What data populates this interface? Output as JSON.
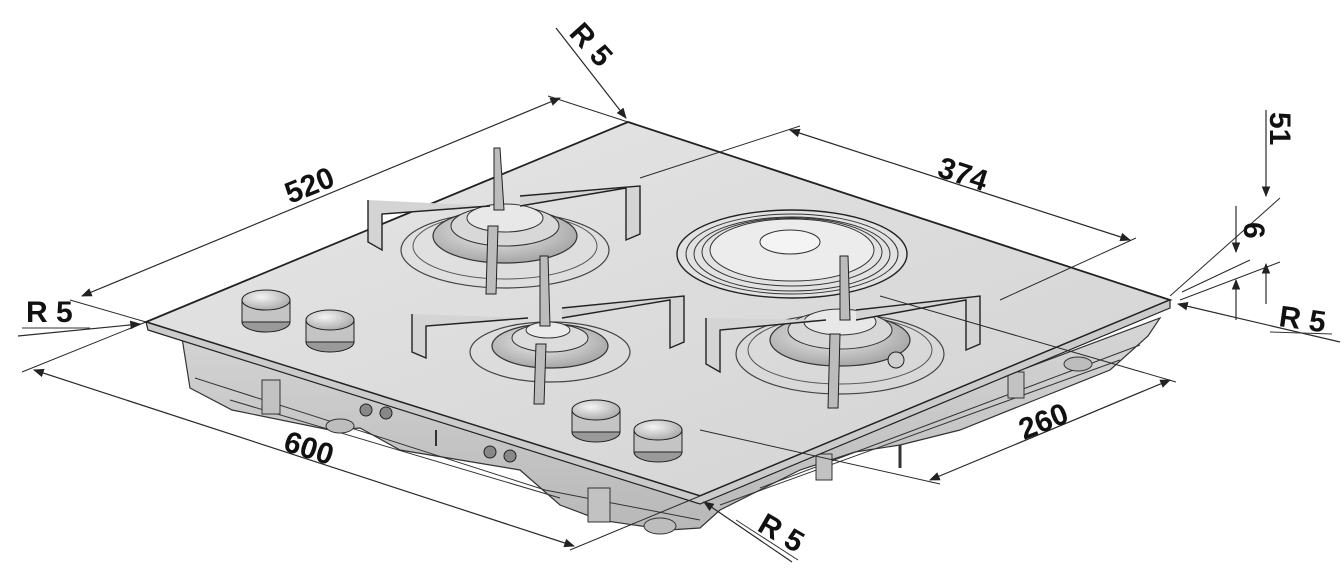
{
  "colors": {
    "glass_top": "#dedede",
    "body_side": "#cfcfcf",
    "body_dark": "#bdbdbd",
    "metal": "#c8c8c8",
    "metal_dark": "#8e8e8e",
    "ink": "#111111",
    "background": "#ffffff"
  },
  "dimensions": {
    "width_600": "600",
    "depth_520": "520",
    "distance_374": "374",
    "distance_260": "260",
    "height_51": "51",
    "thickness_6": "6",
    "radius_top": "R 5",
    "radius_left": "R 5",
    "radius_right": "R 5",
    "radius_bottom": "R 5"
  },
  "icons": {
    "burner_back_left": "gas-burner-icon",
    "burner_front_left": "gas-burner-icon",
    "burner_front_right": "gas-burner-icon",
    "hotplate": "electric-hotplate-icon",
    "knob": "control-knob-icon"
  }
}
